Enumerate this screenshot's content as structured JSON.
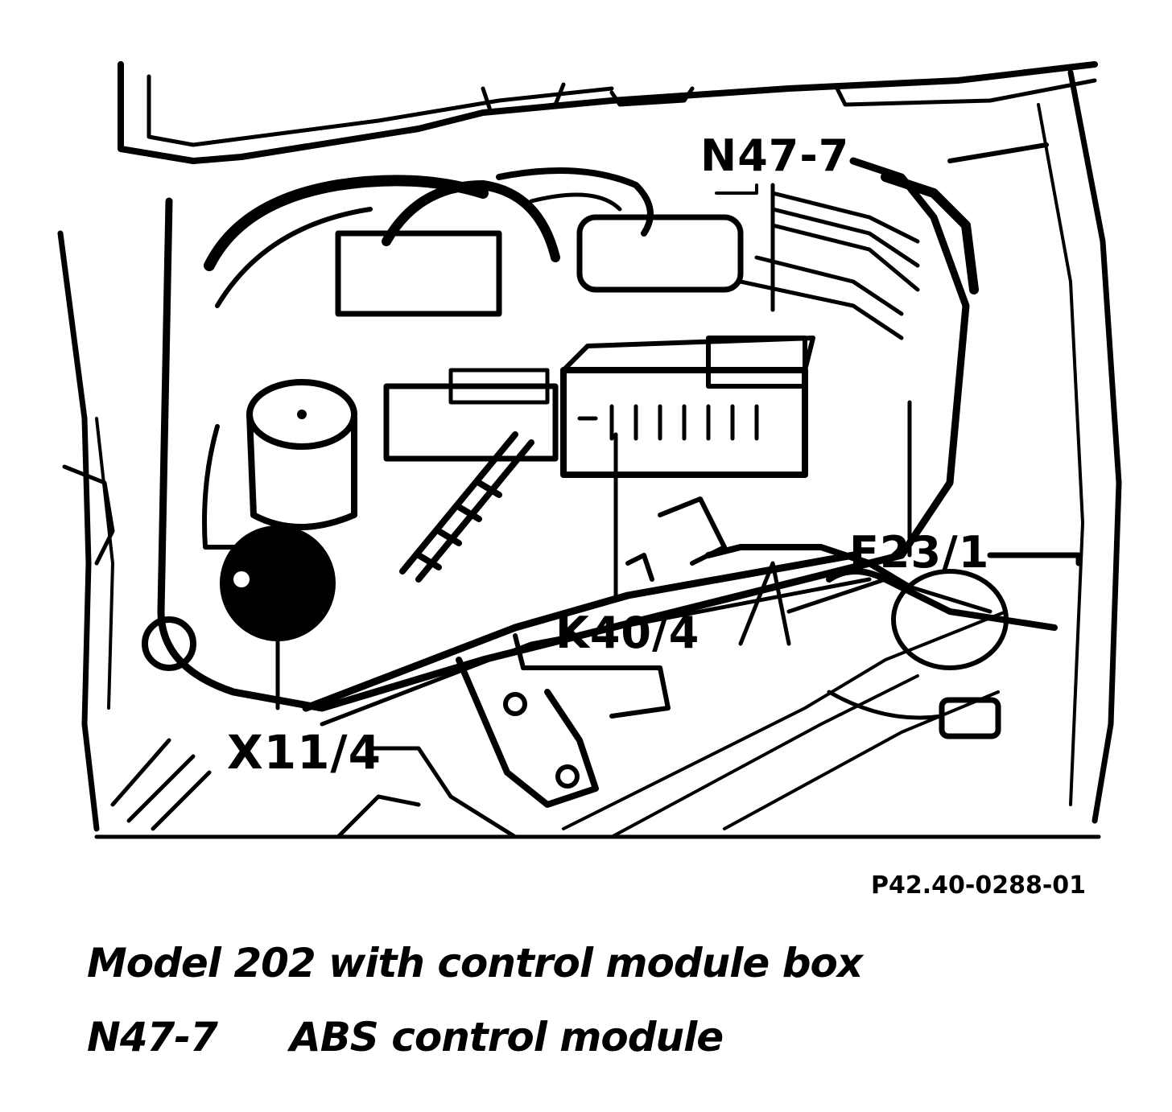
{
  "diagram": {
    "callouts": [
      "N47-7",
      "F23/1",
      "K40/4",
      "X11/4"
    ],
    "figure_id": "P42.40-0288-01"
  },
  "caption": {
    "title": "Model 202 with control module box",
    "legend": [
      {
        "code": "N47-7",
        "description": "ABS control module"
      }
    ]
  }
}
